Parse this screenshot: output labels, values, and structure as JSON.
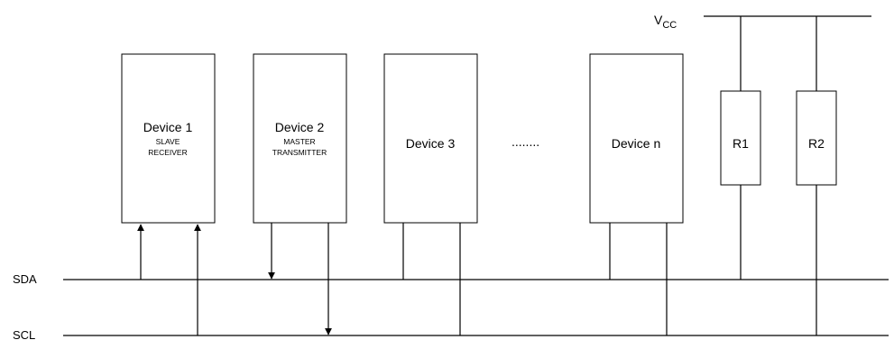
{
  "supply": {
    "label": "V",
    "subscript": "CC"
  },
  "buses": {
    "sda": "SDA",
    "scl": "SCL"
  },
  "devices": [
    {
      "name": "Device 1",
      "role_line1": "SLAVE",
      "role_line2": "RECEIVER"
    },
    {
      "name": "Device 2",
      "role_line1": "MASTER",
      "role_line2": "TRANSMITTER"
    },
    {
      "name": "Device 3",
      "role_line1": "",
      "role_line2": ""
    },
    {
      "name": "Device n",
      "role_line1": "",
      "role_line2": ""
    }
  ],
  "ellipsis": "........",
  "resistors": [
    {
      "label": "R1"
    },
    {
      "label": "R2"
    }
  ]
}
